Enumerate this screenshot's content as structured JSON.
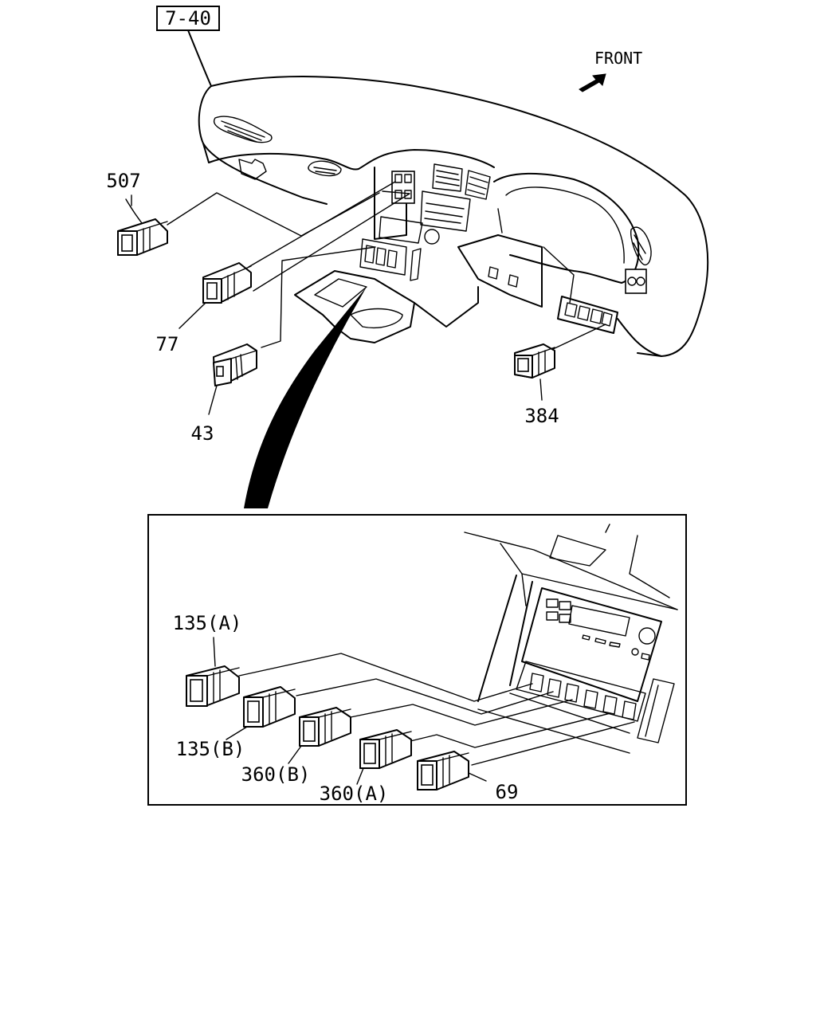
{
  "ref_box": "7-40",
  "direction": "FRONT",
  "labels": {
    "p507": "507",
    "p77": "77",
    "p43": "43",
    "p384": "384",
    "p135a": "135(A)",
    "p135b": "135(B)",
    "p360b": "360(B)",
    "p360a": "360(A)",
    "p69": "69"
  }
}
